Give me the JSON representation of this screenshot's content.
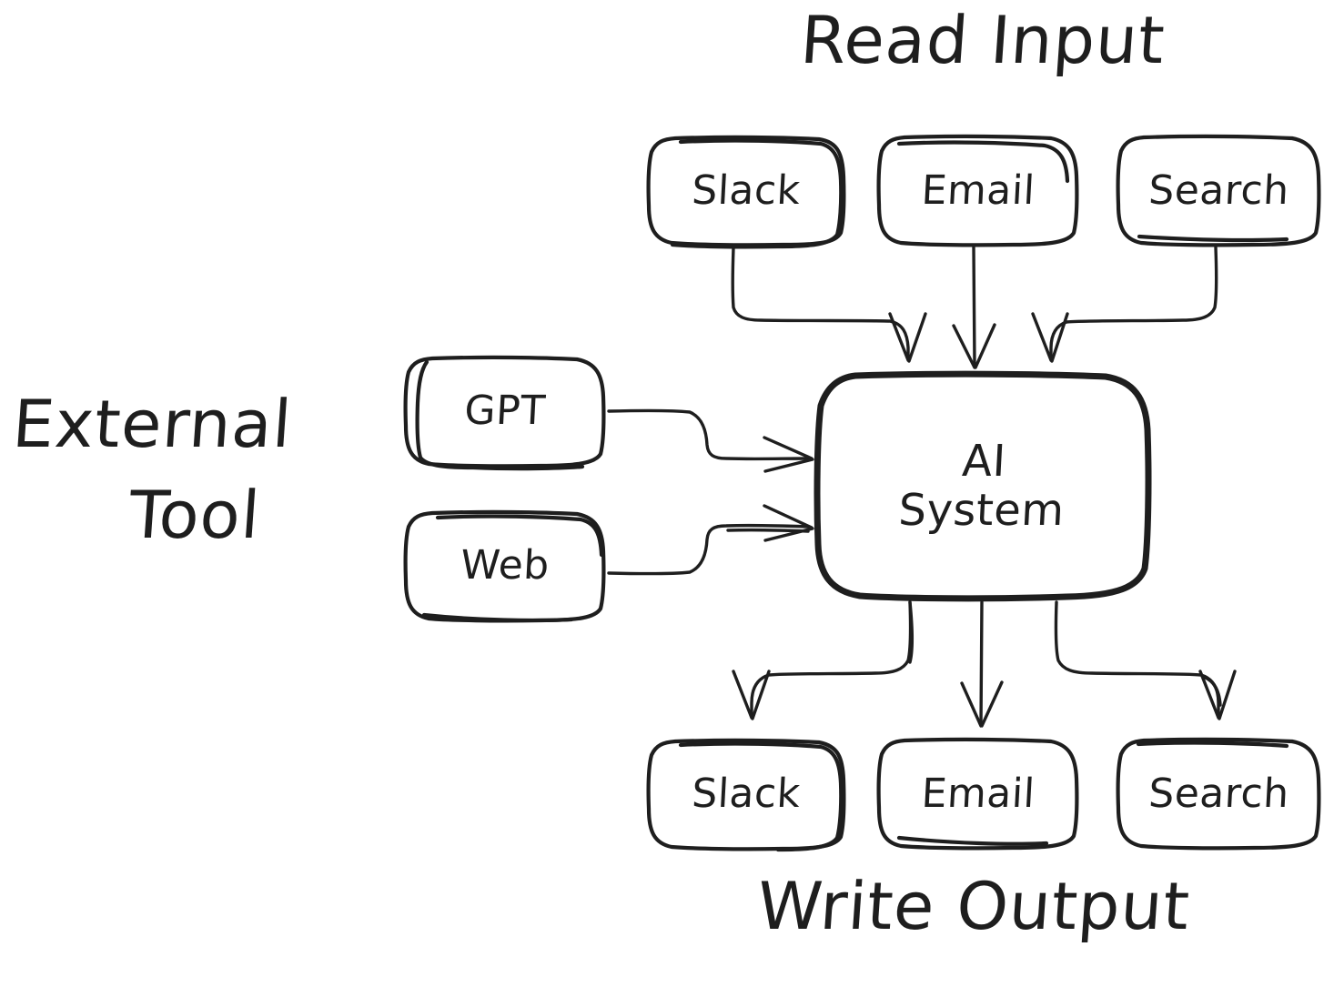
{
  "diagram": {
    "title_read_input": "Read Input",
    "title_write_output": "Write Output",
    "title_external_tool_line1": "External",
    "title_external_tool_line2": "Tool",
    "center_node": "AI\nSystem",
    "center_node_line1": "AI",
    "center_node_line2": "System",
    "stroke_color": "#1e1e1e",
    "background_color": "#ffffff",
    "input_nodes": [
      {
        "label": "Slack"
      },
      {
        "label": "Email"
      },
      {
        "label": "Search"
      }
    ],
    "tool_nodes": [
      {
        "label": "GPT"
      },
      {
        "label": "Web"
      }
    ],
    "output_nodes": [
      {
        "label": "Slack"
      },
      {
        "label": "Email"
      },
      {
        "label": "Search"
      }
    ],
    "edges": [
      {
        "from": "Slack",
        "to": "AI System",
        "direction": "down"
      },
      {
        "from": "Email",
        "to": "AI System",
        "direction": "down"
      },
      {
        "from": "Search",
        "to": "AI System",
        "direction": "down"
      },
      {
        "from": "GPT",
        "to": "AI System",
        "direction": "right"
      },
      {
        "from": "Web",
        "to": "AI System",
        "direction": "right"
      },
      {
        "from": "AI System",
        "to": "Slack",
        "direction": "down"
      },
      {
        "from": "AI System",
        "to": "Email",
        "direction": "down"
      },
      {
        "from": "AI System",
        "to": "Search",
        "direction": "down"
      }
    ]
  }
}
